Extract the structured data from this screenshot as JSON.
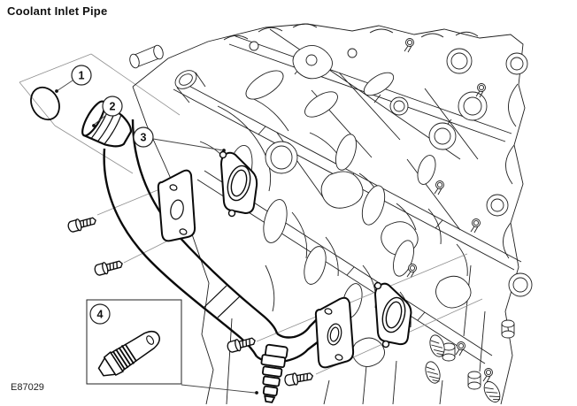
{
  "title": "Coolant Inlet Pipe",
  "figure_code": "E87029",
  "callouts": [
    {
      "number": "1"
    },
    {
      "number": "2"
    },
    {
      "number": "3"
    },
    {
      "number": "4"
    }
  ],
  "colors": {
    "engine_line": "#1f1f1f",
    "part_line": "#0a0a0a",
    "projection_line": "#8f8f8f",
    "leader_line": "#444444",
    "background": "#ffffff"
  }
}
